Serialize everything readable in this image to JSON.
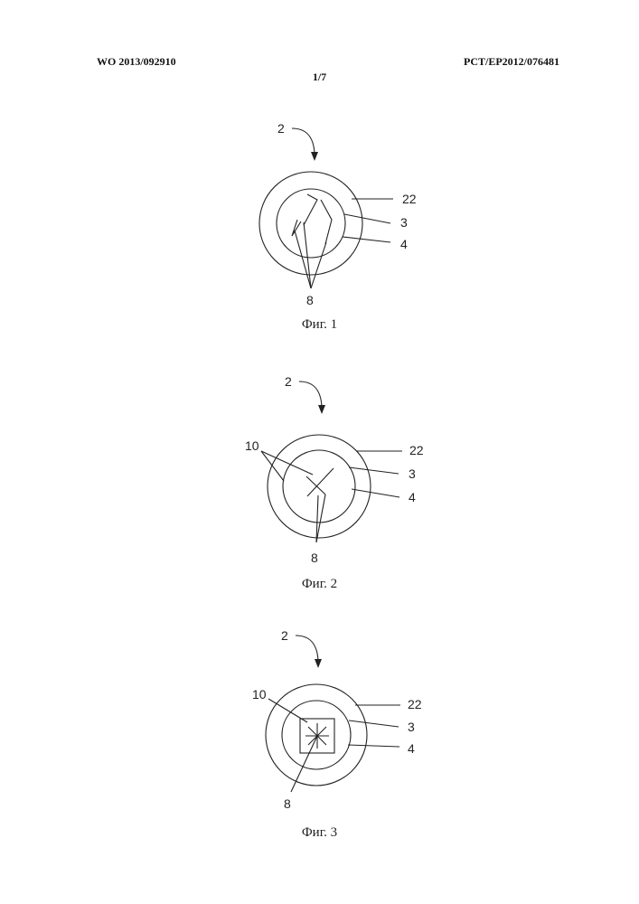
{
  "header": {
    "publication_number": "WO 2013/092910",
    "application_number": "PCT/EP2012/076481",
    "sheet": "1/7"
  },
  "figures": [
    {
      "caption": "Фиг. 1",
      "labels": {
        "device": "2",
        "ring": "22",
        "edge": "3",
        "surface": "4",
        "slits": "8"
      }
    },
    {
      "caption": "Фиг. 2",
      "labels": {
        "device": "2",
        "ring": "22",
        "edge": "3",
        "surface": "4",
        "slits": "8",
        "flaps": "10"
      }
    },
    {
      "caption": "Фиг. 3",
      "labels": {
        "device": "2",
        "ring": "22",
        "edge": "3",
        "surface": "4",
        "slits": "8",
        "flaps": "10"
      }
    }
  ]
}
